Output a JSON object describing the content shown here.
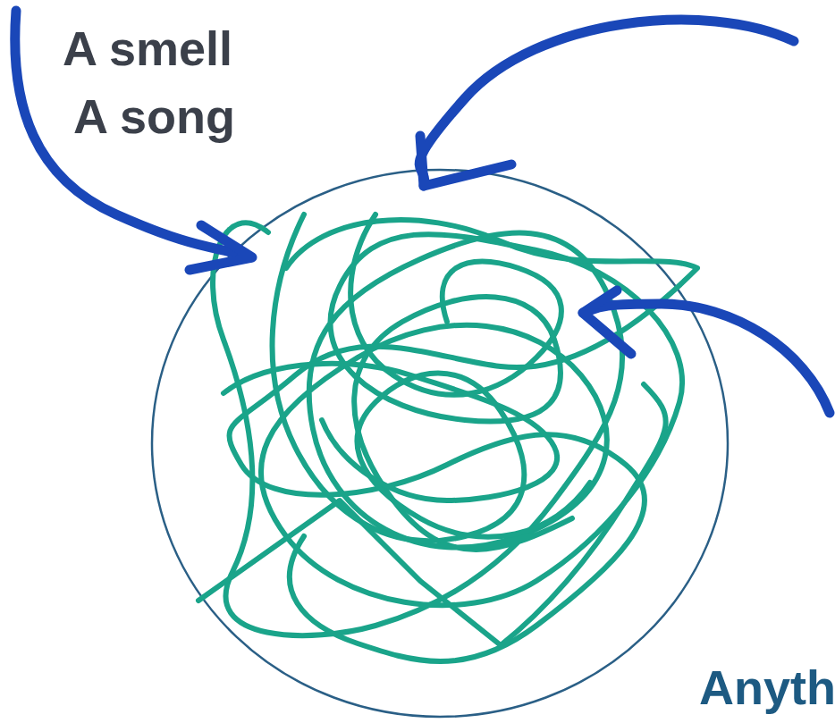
{
  "diagram": {
    "labels": [
      "A smell",
      "A song",
      "Anyth"
    ]
  }
}
